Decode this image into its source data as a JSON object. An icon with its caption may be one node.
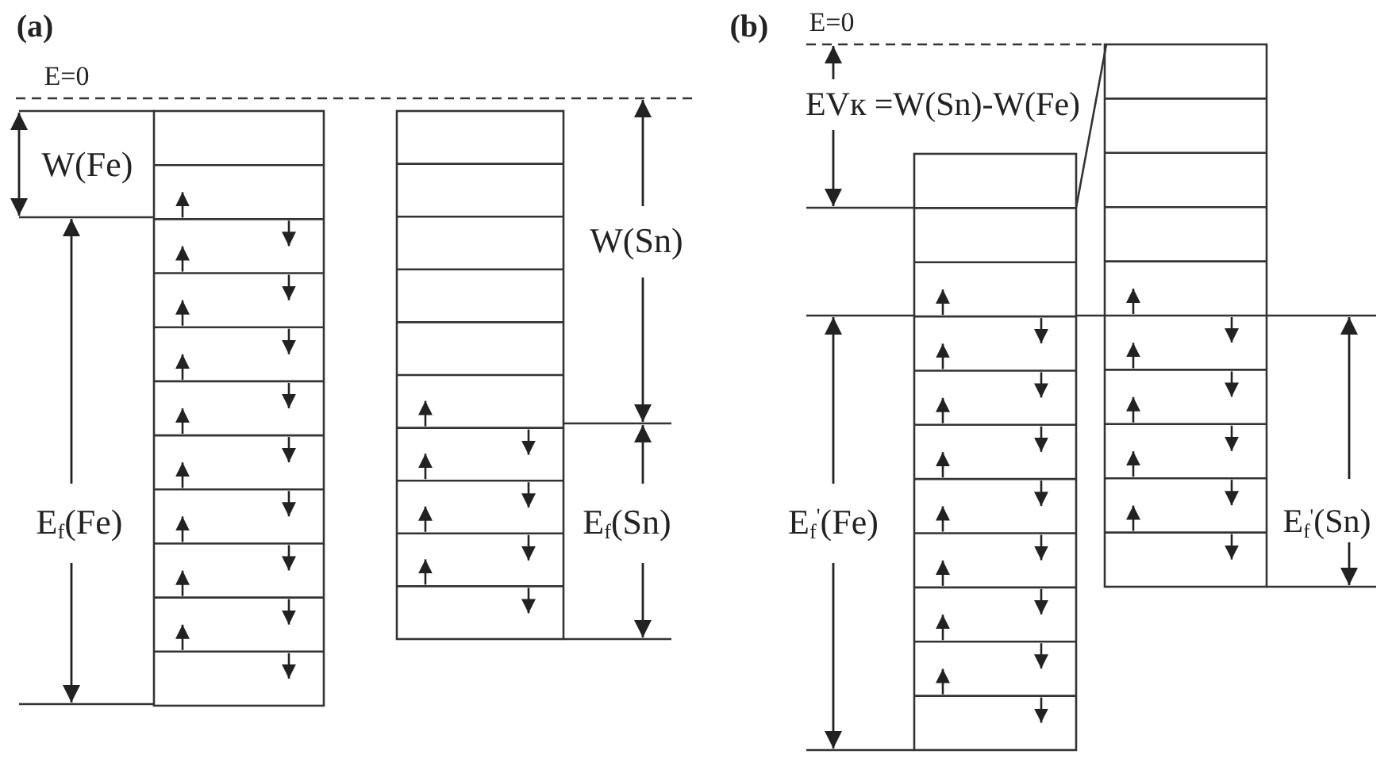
{
  "diagram": {
    "labels": [
      "(a)",
      "E=0",
      "W(Fe)",
      "W(Sn)",
      "E$_{f}$(Fe)",
      "E$_{f}$(Sn)",
      "(b)",
      "E=0",
      "EVк =W(Sn)-W(Fe)",
      "E$_{f}$$^{'}$(Fe)",
      "E$_{f}$$^{'}$(Sn)"
    ]
  }
}
